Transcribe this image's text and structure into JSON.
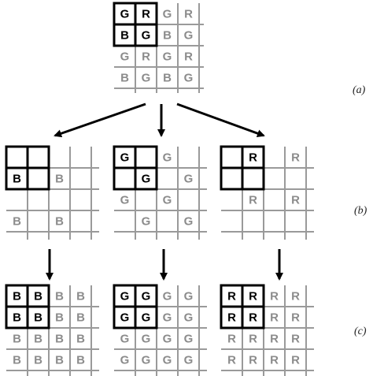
{
  "stage_labels": [
    "(a)",
    "(b)",
    "(c)"
  ],
  "colors": {
    "grid_gray": "#9a9a9a",
    "text_gray": "#8c8c8c",
    "highlight": "#000000"
  },
  "grids": [
    {
      "id": "bayer-mosaic",
      "stage": "a",
      "cells": [
        [
          "G",
          "R",
          "G",
          "R"
        ],
        [
          "B",
          "G",
          "B",
          "G"
        ],
        [
          "G",
          "R",
          "G",
          "R"
        ],
        [
          "B",
          "G",
          "B",
          "G"
        ]
      ]
    },
    {
      "id": "blue-samples",
      "stage": "b",
      "cells": [
        [
          "",
          "",
          "",
          ""
        ],
        [
          "B",
          "",
          "B",
          ""
        ],
        [
          "",
          "",
          "",
          ""
        ],
        [
          "B",
          "",
          "B",
          ""
        ]
      ]
    },
    {
      "id": "green-samples",
      "stage": "b",
      "cells": [
        [
          "G",
          "",
          "G",
          ""
        ],
        [
          "",
          "G",
          "",
          "G"
        ],
        [
          "G",
          "",
          "G",
          ""
        ],
        [
          "",
          "G",
          "",
          "G"
        ]
      ]
    },
    {
      "id": "red-samples",
      "stage": "b",
      "cells": [
        [
          "",
          "R",
          "",
          "R"
        ],
        [
          "",
          "",
          "",
          ""
        ],
        [
          "",
          "R",
          "",
          "R"
        ],
        [
          "",
          "",
          "",
          ""
        ]
      ]
    },
    {
      "id": "blue-interpolated",
      "stage": "c",
      "cells": [
        [
          "B",
          "B",
          "B",
          "B"
        ],
        [
          "B",
          "B",
          "B",
          "B"
        ],
        [
          "B",
          "B",
          "B",
          "B"
        ],
        [
          "B",
          "B",
          "B",
          "B"
        ]
      ]
    },
    {
      "id": "green-interpolated",
      "stage": "c",
      "cells": [
        [
          "G",
          "G",
          "G",
          "G"
        ],
        [
          "G",
          "G",
          "G",
          "G"
        ],
        [
          "G",
          "G",
          "G",
          "G"
        ],
        [
          "G",
          "G",
          "G",
          "G"
        ]
      ]
    },
    {
      "id": "red-interpolated",
      "stage": "c",
      "cells": [
        [
          "R",
          "R",
          "R",
          "R"
        ],
        [
          "R",
          "R",
          "R",
          "R"
        ],
        [
          "R",
          "R",
          "R",
          "R"
        ],
        [
          "R",
          "R",
          "R",
          "R"
        ]
      ]
    }
  ]
}
